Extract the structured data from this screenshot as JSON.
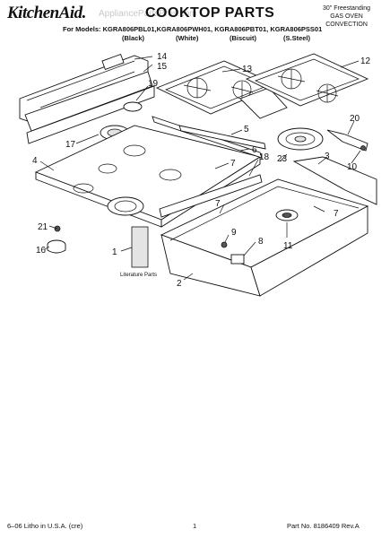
{
  "header": {
    "brand": "KitchenAid.",
    "title": "COOKTOP PARTS",
    "watermark": "AppliancePartsPros.com",
    "models_line": "For Models: KGRA806PBL01,KGRA806PWH01, KGRA806PBT01, KGRA806PSS01",
    "colors": [
      "(Black)",
      "(White)",
      "(Biscuit)",
      "(S.Steel)"
    ],
    "range_type": [
      "30\" Freestanding",
      "GAS OVEN",
      "CONVECTION"
    ]
  },
  "callouts": [
    "14",
    "15",
    "19",
    "13",
    "12",
    "17",
    "4",
    "5",
    "6",
    "7",
    "18",
    "23",
    "3",
    "20",
    "10",
    "21",
    "16",
    "1",
    "7",
    "9",
    "8",
    "11",
    "7",
    "2"
  ],
  "literature_label": "Literature Parts",
  "footer": {
    "left": "6–06 Litho in U.S.A. (cre)",
    "center": "1",
    "right": "Part No. 8186409 Rev.A"
  },
  "colors": {
    "ink": "#111111",
    "background": "#ffffff",
    "watermark": "#c8c8c8"
  }
}
